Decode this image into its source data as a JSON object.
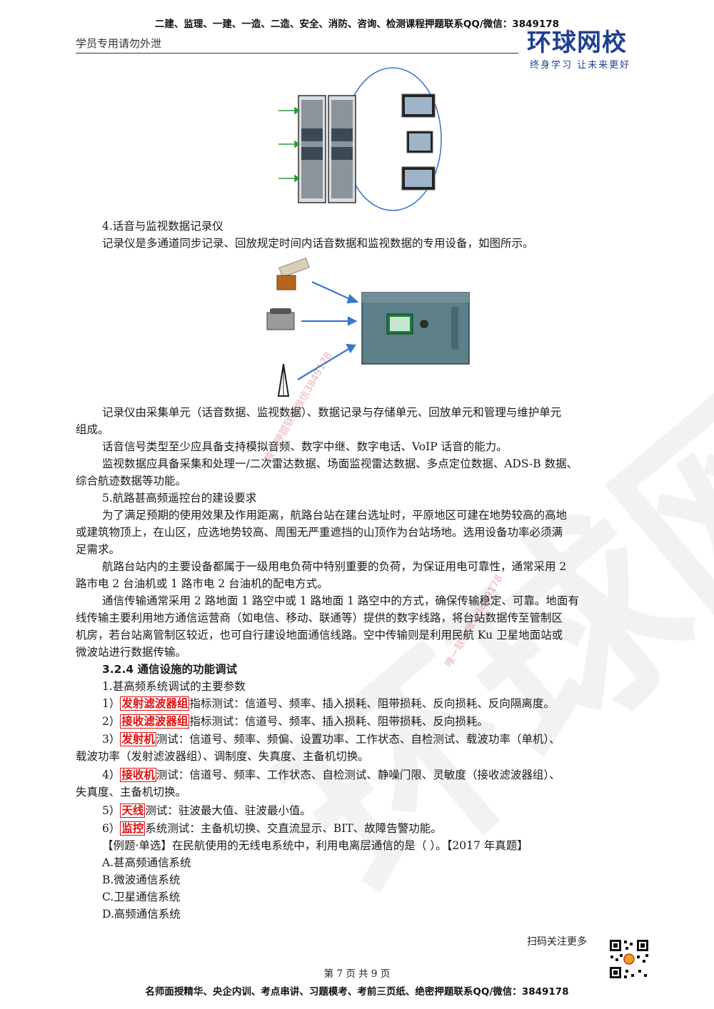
{
  "header": {
    "top_banner": "二建、监理、一建、一造、二造、安全、消防、咨询、检测课程押题联系QQ/微信：3849178",
    "subtitle": "学员专用请勿外泄",
    "logo_text": "环球网校",
    "logo_slogan": "终身学习  让未来更好"
  },
  "body": {
    "section4_title": "4.话音与监视数据记录仪",
    "section4_intro": "记录仪是多通道同步记录、回放规定时间内话音数据和监视数据的专用设备，如图所示。",
    "para_recorder_l1": "记录仪由采集单元（话音数据、监视数据）、数据记录与存储单元、回放单元和管理与维护单元",
    "para_recorder_l2": "组成。",
    "para_voice": "话音信号类型至少应具备支持模拟音频、数字中继、数字电话、VoIP 话音的能力。",
    "para_monitor_l1": "监视数据应具备采集和处理一/二次雷达数据、场面监视雷达数据、多点定位数据、ADS-B 数据、",
    "para_monitor_l2": "综合航迹数据等功能。",
    "section5_title": "5.航路甚高频遥控台的建设要求",
    "para_site_l1": "为了满足预期的使用效果及作用距离，航路台站在建台选址时，平原地区可建在地势较高的高地",
    "para_site_l2": "或建筑物顶上，在山区，应选地势较高、周围无严重遮挡的山顶作为台站场地。选用设备功率必须满",
    "para_site_l3": "足需求。",
    "para_power_l1": "航路台站内的主要设备都属于一级用电负荷中特别重要的负荷，为保证用电可靠性，通常采用 2",
    "para_power_l2": "路市电 2 台油机或 1 路市电 2 台油机的配电方式。",
    "para_trans_l1": "通信传输通常采用 2 路地面 1 路空中或 1 路地面 1 路空中的方式，确保传输稳定、可靠。地面有",
    "para_trans_l2": "线传输主要利用地方通信运营商（如电信、移动、联通等）提供的数字线路，将台站数据传至管制区",
    "para_trans_l3": "机房，若台站离管制区较近，也可自行建设地面通信线路。空中传输则是利用民航 Ku 卫星地面站或",
    "para_trans_l4": "微波站进行数据传输。",
    "section_324_title": "3.2.4 通信设施的功能调试",
    "sub1_title": "1.甚高频系统调试的主要参数",
    "items": [
      {
        "num": "1）",
        "key": "发射滤波器组",
        "rest": "指标测试：信道号、频率、插入损耗、阻带损耗、反向损耗、反向隔离度。"
      },
      {
        "num": "2）",
        "key": "接收滤波器组",
        "rest": "指标测试：信道号、频率、插入损耗、阻带损耗、反向损耗。"
      },
      {
        "num": "3）",
        "key": "发射机",
        "rest": "测试：信道号、频率、频偏、设置功率、工作状态、自检测试、载波功率（单机）、",
        "cont": "载波功率（发射滤波器组）、调制度、失真度、主备机切换。"
      },
      {
        "num": "4）",
        "key": "接收机",
        "rest": "测试：信道号、频率、工作状态、自检测试、静噪门限、灵敏度（接收滤波器组）、",
        "cont": "失真度、主备机切换。"
      },
      {
        "num": "5）",
        "key": "天线",
        "rest": "测试：驻波最大值、驻波最小值。"
      },
      {
        "num": "6）",
        "key": "监控",
        "rest": "系统测试：主备机切换、交直流显示、BIT、故障告警功能。"
      }
    ],
    "example_q": "【例题·单选】在民航使用的无线电系统中，利用电离层通信的是（    ）。【2017 年真题】",
    "options": [
      "A.甚高频通信系统",
      "B.微波通信系统",
      "C.卫星通信系统",
      "D.高频通信系统"
    ]
  },
  "watermark": {
    "big": "环球网校",
    "stamp1": "唯一押题联系微信3849178",
    "stamp2": "唯一联系微信3849178"
  },
  "footer": {
    "scan_text": "扫码关注更多",
    "page_number": "第 7 页  共 9 页",
    "bottom_banner": "名师面授精华、央企内训、考点串讲、习题模考、考前三页纸、绝密押题联系QQ/微信：3849178"
  },
  "colors": {
    "logo_blue": "#1f3f93",
    "highlight_red": "#e01010",
    "diagram_link_blue": "#3a78c9",
    "arrow_green": "#2e9a3e"
  }
}
